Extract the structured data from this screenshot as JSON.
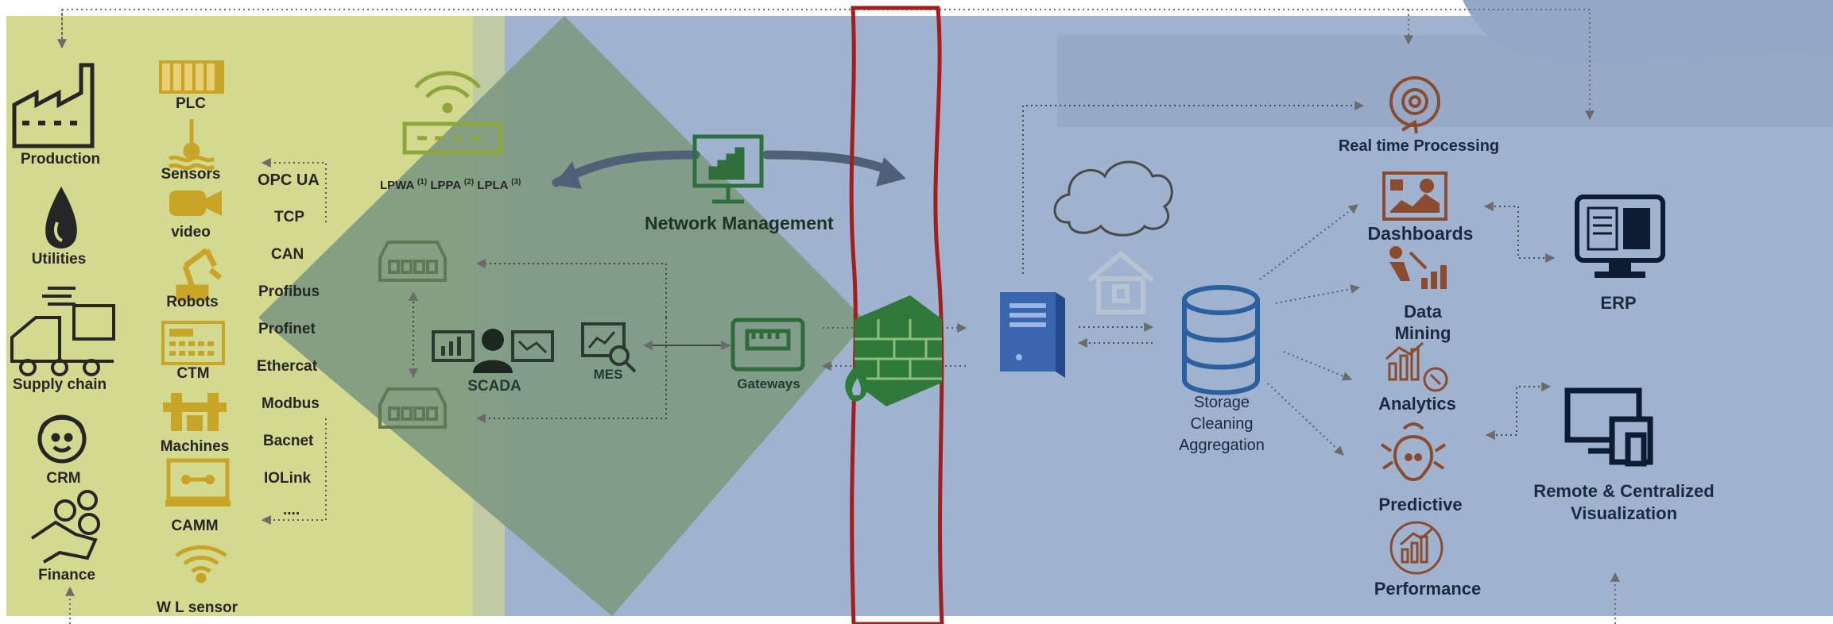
{
  "enterprise": {
    "production": "Production",
    "utilities": "Utilities",
    "supply_chain": "Supply chain",
    "crm": "CRM",
    "finance": "Finance"
  },
  "devices": {
    "plc": "PLC",
    "sensors": "Sensors",
    "video": "video",
    "robots": "Robots",
    "ctm": "CTM",
    "machines": "Machines",
    "camm": "CAMM",
    "wl_sensor": "W L sensor"
  },
  "protocols": [
    "OPC UA",
    "TCP",
    "CAN",
    "Profibus",
    "Profinet",
    "Ethercat",
    "Modbus",
    "Bacnet",
    "IOLink",
    "...."
  ],
  "wireless": {
    "lpwa": "LPWA",
    "sup1": "(1)",
    "lppa": "LPPA",
    "sup2": "(2)",
    "lpla": "LPLA",
    "sup3": "(3)"
  },
  "edge": {
    "network_management": "Network Management",
    "scada": "SCADA",
    "mes": "MES",
    "gateways": "Gateways"
  },
  "cloud": {
    "storage_line1": "Storage",
    "storage_line2": "Cleaning",
    "storage_line3": "Aggregation",
    "realtime": "Real time  Processing",
    "dashboards": "Dashboards",
    "data_mining_1": "Data",
    "data_mining_2": "Mining",
    "analytics": "Analytics",
    "predictive": "Predictive",
    "performance": "Performance",
    "erp": "ERP",
    "remote_1": "Remote & Centralized",
    "remote_2": "Visualization"
  },
  "colors": {
    "ot_zone": "#d4d990",
    "it_zone": "#9fb3cf",
    "edge_diamond": "#7e9a82",
    "firewall_line": "#a31d1d",
    "icon_dark": "#262626",
    "icon_gold": "#c8a427",
    "icon_green": "#3f6b4a",
    "icon_blue": "#2a5fa0",
    "icon_brown": "#8a4b2f",
    "arrow": "#4f6176"
  }
}
